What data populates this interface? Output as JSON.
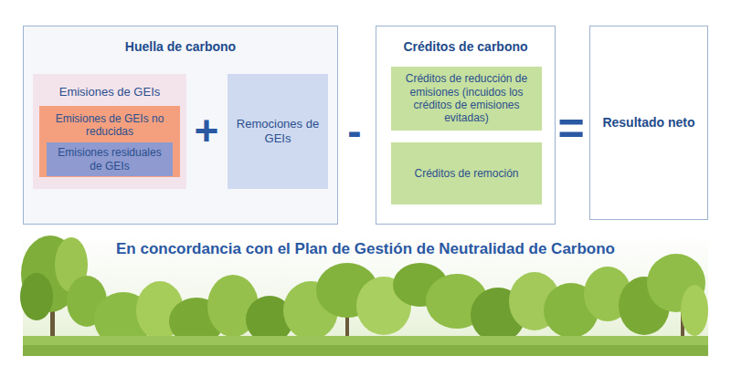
{
  "diagram": {
    "nodes": [
      {
        "text": [
          "Huella de carbono"
        ]
      },
      {
        "text": [
          "Emisiones de GEIs"
        ],
        "in": 0
      },
      {
        "text": [
          "Emisiones de GEIs no reducidas"
        ],
        "in": 1
      },
      {
        "text": [
          "Emisiones residuales de GEIs"
        ],
        "in": 2
      },
      {
        "text": [
          "Remociones de GEIs"
        ],
        "in": 0
      },
      {
        "text": [
          "Créditos de carbono"
        ]
      },
      {
        "text": [
          "Créditos de reducción de emisiones (incuidos los créditos de emisiones evitadas)"
        ],
        "in": 5
      },
      {
        "text": [
          "Créditos de remoción"
        ],
        "in": 5
      },
      {
        "text": [
          "Resultado neto"
        ]
      }
    ],
    "labels": [
      "+",
      "-",
      "=",
      "En concordancia con el Plan de Gestión de Neutralidad de Carbono"
    ]
  }
}
